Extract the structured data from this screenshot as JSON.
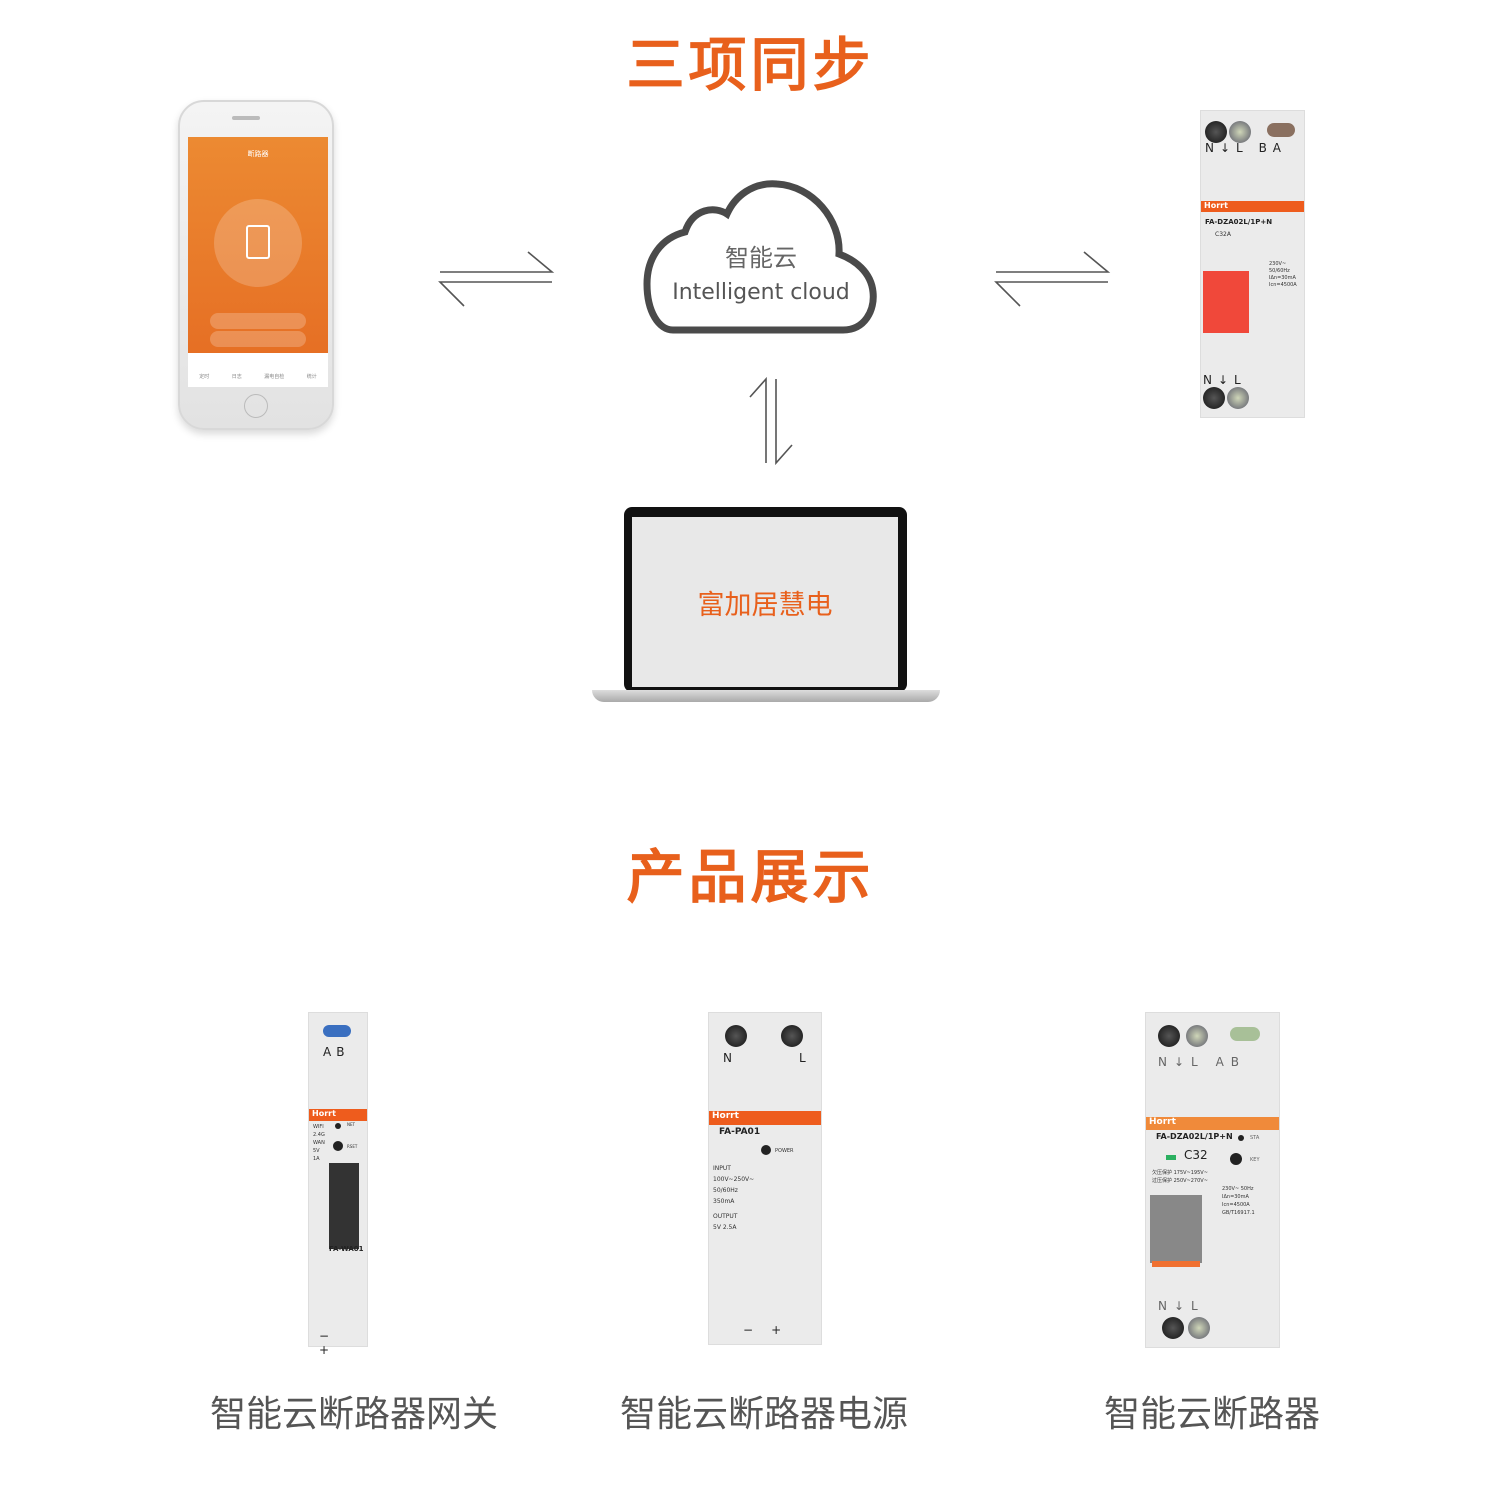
{
  "section1_title": "三项同步",
  "section2_title": "产品展示",
  "cloud": {
    "cn": "智能云",
    "en": "Intelligent cloud"
  },
  "laptop": {
    "screen_text": "富加居慧电"
  },
  "phone": {
    "app_title": "断路器",
    "tabs": [
      "定时",
      "日志",
      "漏电自检",
      "统计"
    ]
  },
  "breaker_top": {
    "brand": "Horrt",
    "model": "FA-DZA02L/1P+N",
    "rating": "C32A",
    "terminals_top": [
      "N",
      "L",
      "B",
      "A"
    ],
    "terminals_bottom": [
      "N",
      "L"
    ],
    "specs": [
      "230V~",
      "50/60Hz",
      "IΔn=30mA",
      "Icn=4500A"
    ]
  },
  "products": [
    {
      "name": "智能云断路器网关",
      "brand": "Horrt",
      "model": "FA-WA01",
      "terminals": [
        "A",
        "B"
      ],
      "specs": [
        "WIFI",
        "2.4G",
        "WAN",
        "5V",
        "1A"
      ],
      "indicators": [
        "NET",
        "RSET"
      ],
      "bottom": [
        "−",
        "+"
      ]
    },
    {
      "name": "智能云断路器电源",
      "brand": "Horrt",
      "model": "FA-PA01",
      "terminals": [
        "N",
        "L"
      ],
      "indicator": "POWER",
      "specs": [
        "INPUT",
        "100V~250V~",
        "50/60Hz",
        "350mA",
        "OUTPUT",
        "5V 2.5A"
      ],
      "bottom": [
        "−",
        "+"
      ]
    },
    {
      "name": "智能云断路器",
      "brand": "Horrt",
      "model": "FA-DZA02L/1P+N",
      "rating": "C32",
      "terminals_top": [
        "N",
        "L",
        "A",
        "B"
      ],
      "terminals_bottom": [
        "N",
        "L"
      ],
      "specs": [
        "欠压保护 175V~195V~",
        "过压保护 250V~270V~",
        "230V~ 50Hz",
        "IΔn=30mA",
        "Icn=4500A",
        "GB/T16917.1"
      ],
      "indicators": [
        "STA",
        "KEY"
      ]
    }
  ],
  "colors": {
    "accent": "#e8601c",
    "breaker_handle": "#f0483a"
  }
}
